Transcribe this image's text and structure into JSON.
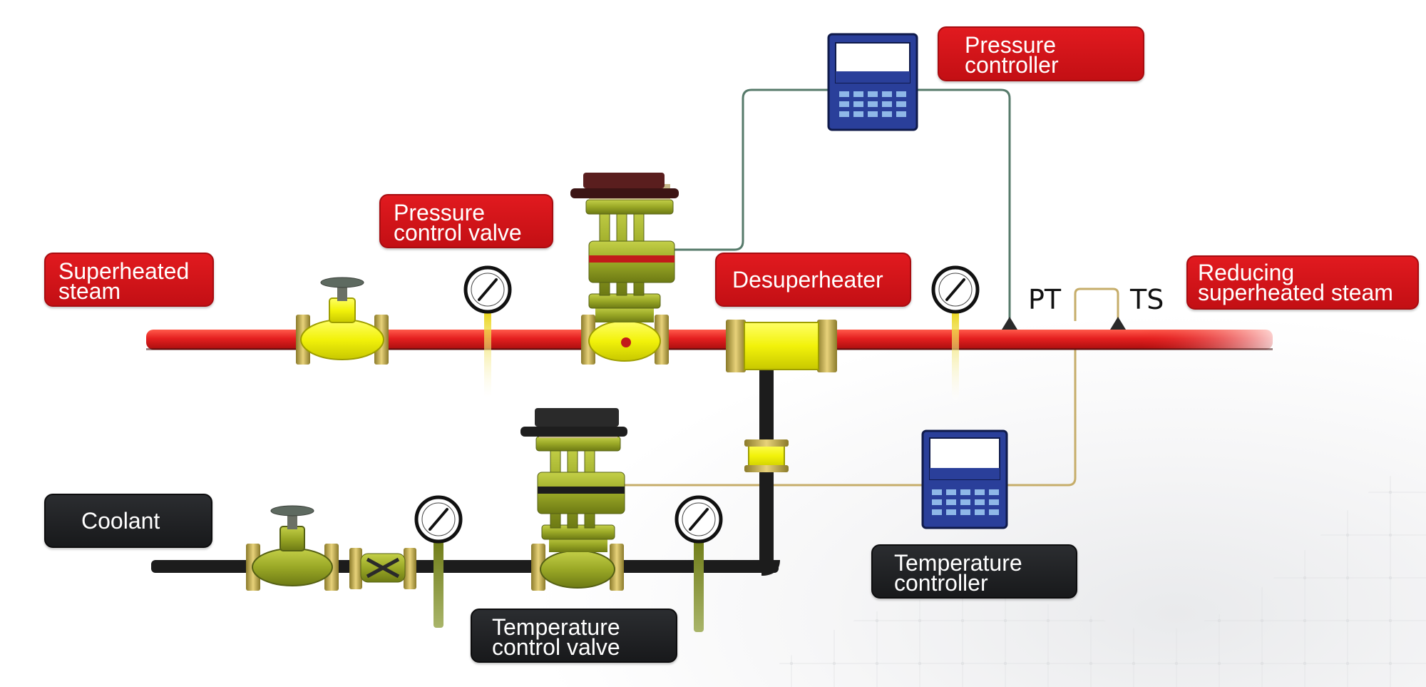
{
  "labels": {
    "superheated_steam": [
      "Superheated",
      "steam"
    ],
    "pressure_control_valve": [
      "Pressure",
      "control valve"
    ],
    "pressure_controller": [
      "Pressure",
      "controller"
    ],
    "desuperheater": "Desuperheater",
    "reducing_superheated_steam": [
      "Reducing",
      "superheated steam"
    ],
    "coolant": "Coolant",
    "temperature_control_valve": [
      "Temperature",
      "control valve"
    ],
    "temperature_controller": [
      "Temperature",
      "controller"
    ]
  },
  "tags": {
    "pt": "PT",
    "ts": "TS"
  },
  "colors": {
    "steam_pipe": "#e41f1f",
    "coolant_pipe": "#1c1c1c",
    "valve_yellow": "#f2f20a",
    "valve_green": "#9aa826",
    "actuator_maroon": "#5a1e1e",
    "controller_blue": "#2a3f9a",
    "red_label": "#d4151a",
    "dark_label": "#1f2022"
  }
}
